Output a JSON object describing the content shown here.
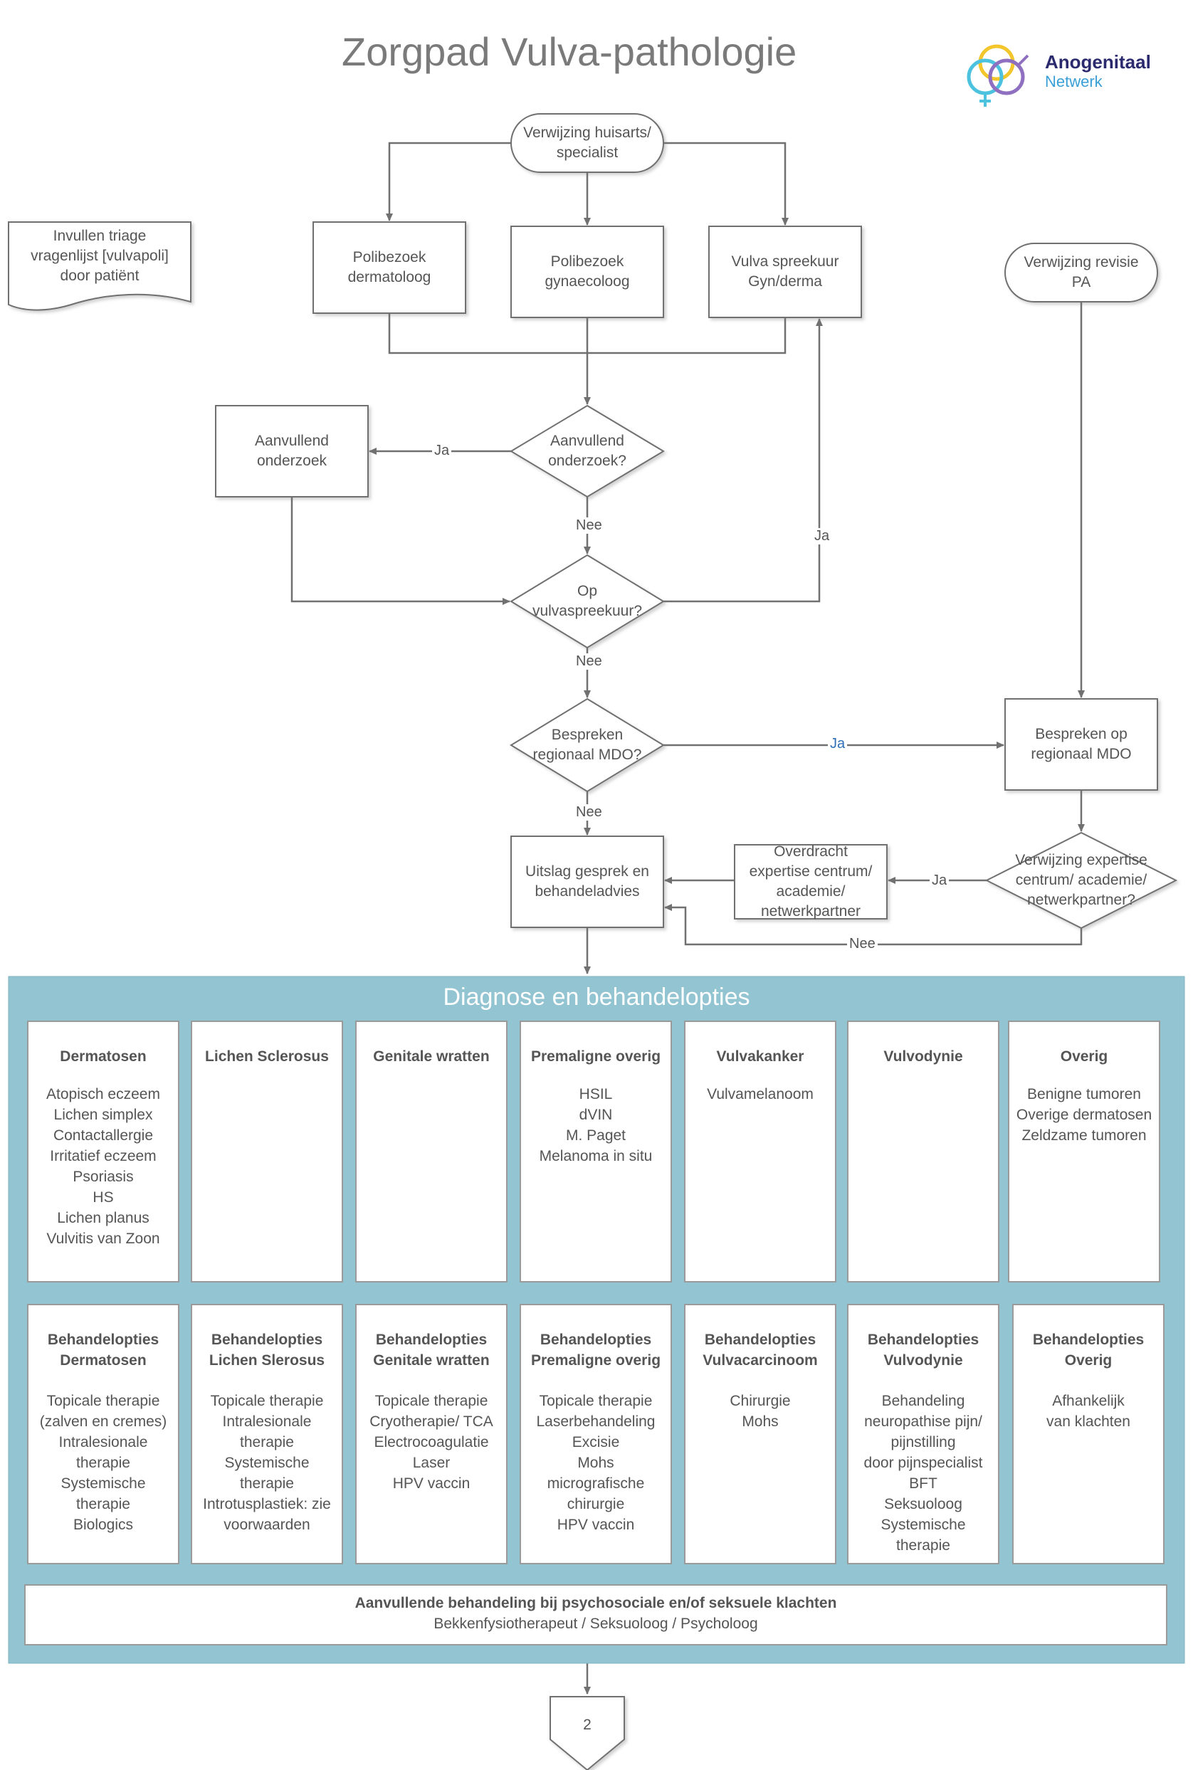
{
  "title": "Zorgpad Vulva-pathologie",
  "logo": {
    "line1": "Anogenitaal",
    "line2": "Netwerk",
    "colors": [
      "#f3c72b",
      "#4cc2de",
      "#8e6fc0"
    ]
  },
  "nodes": {
    "start": "Verwijzing huisarts/\nspecialist",
    "triage": "Invullen triage\nvragenlijst [vulvapoli]\ndoor patiënt",
    "poli_derma": "Polibezoek\ndermatoloog",
    "poli_gyn": "Polibezoek\ngynaecoloog",
    "vulva_spreekuur": "Vulva spreekuur\nGyn/derma",
    "revisie": "Verwijzing revisie\nPA",
    "aanvullend_box": "Aanvullend\nonderzoek",
    "aanvullend_q": "Aanvullend\nonderzoek?",
    "op_vulva_q": "Op\nvulvaspreekuur?",
    "mdo_q": "Bespreken\nregionaal MDO?",
    "mdo_box": "Bespreken op\nregionaal MDO",
    "uitslag": "Uitslag gesprek en\nbehandeladvies",
    "overdracht": "Overdracht\nexpertise centrum/\nacademie/\nnetwerkpartner",
    "expertise_q": "Verwijzing expertise\ncentrum/ academie/\nnetwerkpartner?"
  },
  "edge_labels": {
    "ja1": "Ja",
    "nee1": "Nee",
    "ja2": "Ja",
    "nee2": "Nee",
    "ja3": "Ja",
    "nee3": "Nee",
    "ja4": "Ja",
    "nee4": "Nee"
  },
  "panel": {
    "title": "Diagnose en behandelopties",
    "diagnoses": [
      {
        "head": "Dermatosen",
        "items": "Atopisch eczeem\nLichen simplex\nContactallergie\nIrritatief eczeem\nPsoriasis\nHS\nLichen planus\nVulvitis van Zoon"
      },
      {
        "head": "Lichen Sclerosus",
        "items": ""
      },
      {
        "head": "Genitale wratten",
        "items": ""
      },
      {
        "head": "Premaligne overig",
        "items": "HSIL\ndVIN\nM. Paget\nMelanoma in situ"
      },
      {
        "head": "Vulvakanker",
        "items": "Vulvamelanoom"
      },
      {
        "head": "Vulvodynie",
        "items": ""
      },
      {
        "head": "Overig",
        "items": "Benigne tumoren\nOverige dermatosen\nZeldzame tumoren"
      }
    ],
    "treatments": [
      {
        "head": "Behandelopties\nDermatosen",
        "items": "Topicale therapie\n(zalven en cremes)\nIntralesionale\ntherapie\nSystemische\ntherapie\nBiologics"
      },
      {
        "head": "Behandelopties\nLichen Slerosus",
        "items": "Topicale therapie\nIntralesionale\ntherapie\nSystemische\ntherapie\nIntrotusplastiek: zie\nvoorwaarden"
      },
      {
        "head": "Behandelopties\nGenitale wratten",
        "items": "Topicale therapie\nCryotherapie/ TCA\nElectrocoagulatie\nLaser\nHPV vaccin"
      },
      {
        "head": "Behandelopties\nPremaligne overig",
        "items": "Topicale therapie\nLaserbehandeling\nExcisie\nMohs\nmicrografische\nchirurgie\nHPV vaccin"
      },
      {
        "head": "Behandelopties\nVulvacarcinoom",
        "items": "Chirurgie\nMohs"
      },
      {
        "head": "Behandelopties\nVulvodynie",
        "items": "Behandeling\nneuropathise pijn/\npijnstilling\ndoor pijnspecialist\nBFT\nSeksuoloog\nSystemische\ntherapie"
      },
      {
        "head": "Behandelopties\nOverig",
        "items": "Afhankelijk\nvan klachten"
      }
    ],
    "extra_head": "Aanvullende behandeling bij psychosociale en/of seksuele klachten",
    "extra_body": "Bekkenfysiotherapeut / Seksuoloog / Psycholoog"
  },
  "offpage_connector": "2"
}
